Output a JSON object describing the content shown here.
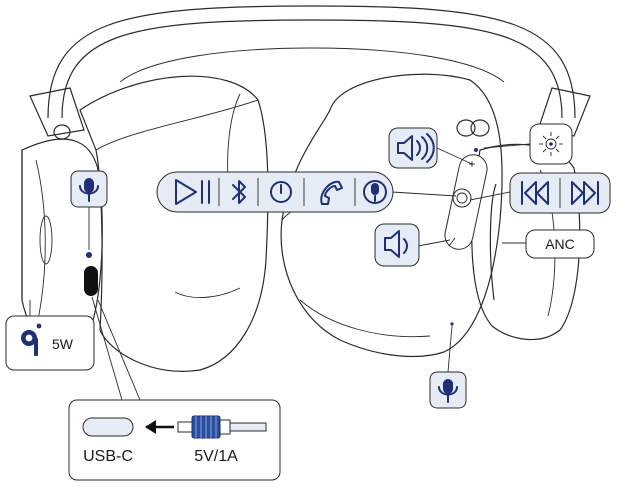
{
  "colors": {
    "icon_blue": "#1f2f78",
    "callout_fill": "#e6ecf6",
    "line": "#2b2b2b",
    "connector_blue": "#2a4ea0"
  },
  "labels": {
    "wireless_power": "5W",
    "anc": "ANC",
    "usb_port": "USB-C",
    "charger_rating": "5V/1A"
  },
  "icons": {
    "left_mic": "microphone-icon",
    "qi": "qi-wireless-charging-icon",
    "control_bar": [
      "play-pause-icon",
      "bluetooth-icon",
      "power-icon",
      "phone-call-icon",
      "microphone-icon"
    ],
    "volume_up": "volume-up-icon",
    "volume_down": "volume-down-icon",
    "light_sensor": "sun-light-icon",
    "track": [
      "previous-track-icon",
      "next-track-icon"
    ],
    "right_mic": "microphone-icon",
    "charge_arrow": "arrow-left-icon",
    "usb_cable": "usb-cable-icon"
  }
}
